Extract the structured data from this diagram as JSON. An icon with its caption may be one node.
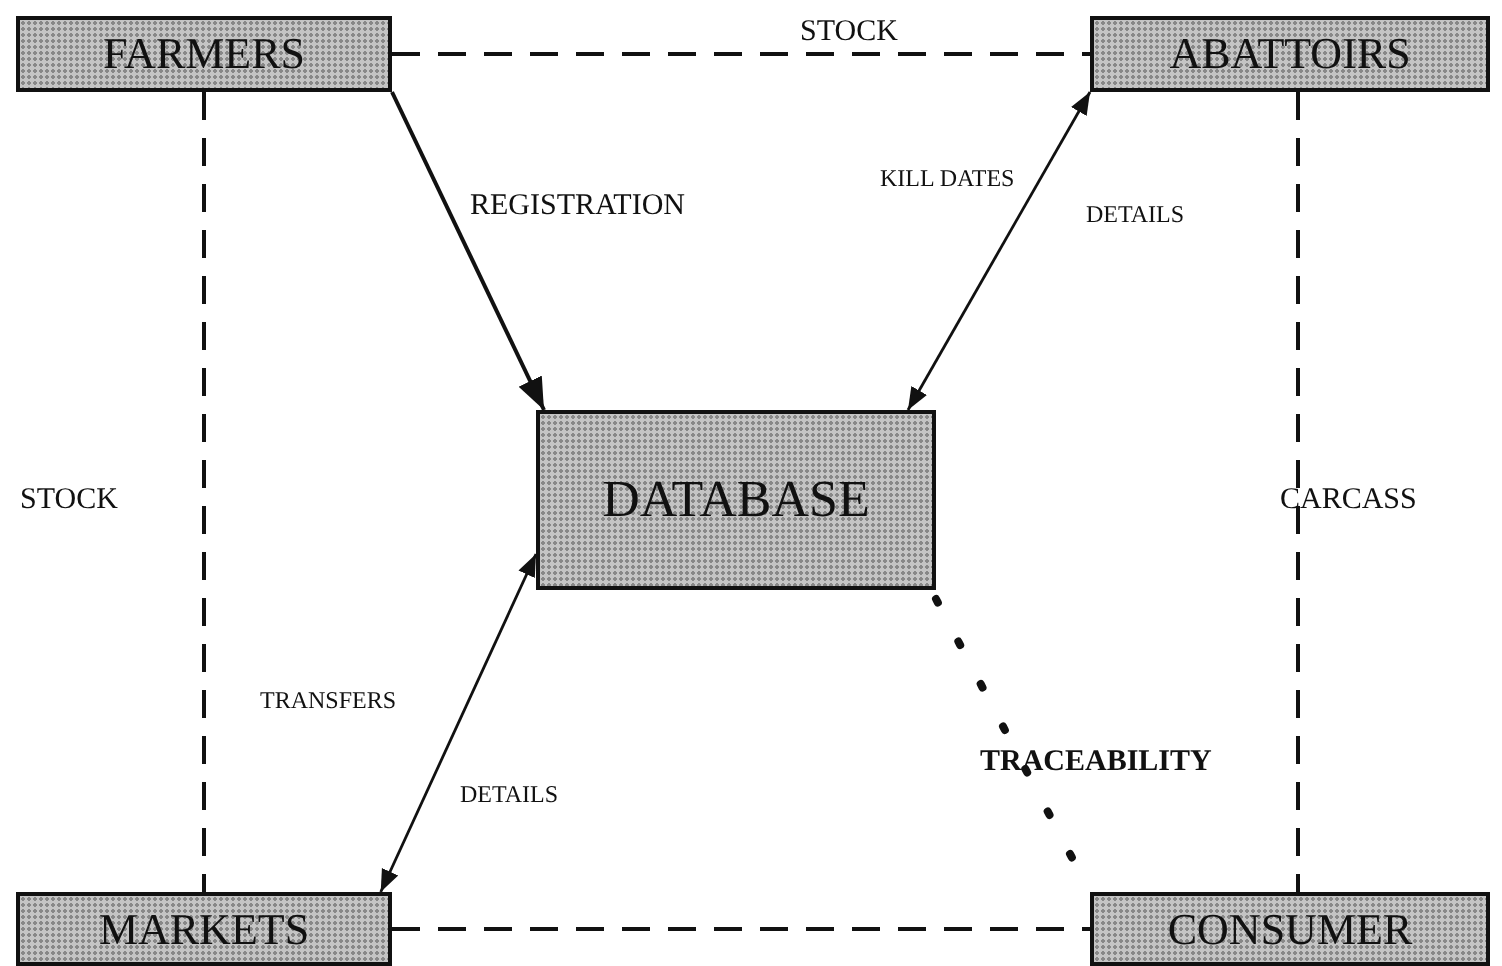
{
  "diagram": {
    "nodes": [
      {
        "text": [
          "FARMERS"
        ]
      },
      {
        "text": [
          "ABATTOIRS"
        ]
      },
      {
        "text": [
          "DATABASE"
        ]
      },
      {
        "text": [
          "MARKETS"
        ]
      },
      {
        "text": [
          "CONSUMER"
        ]
      }
    ],
    "edges": [
      {
        "from": 0,
        "to": 1,
        "arrow": "none",
        "style": "dashed",
        "label": "STOCK"
      },
      {
        "from": 0,
        "to": 3,
        "arrow": "none",
        "style": "dashed",
        "label": "STOCK"
      },
      {
        "from": 1,
        "to": 4,
        "arrow": "none",
        "style": "dashed",
        "label": "CARCASS"
      },
      {
        "from": 3,
        "to": 4,
        "arrow": "none",
        "style": "dashed"
      },
      {
        "from": 0,
        "to": 2,
        "arrow": "to",
        "label": "REGISTRATION"
      },
      {
        "from": 1,
        "to": 2,
        "arrow": "both",
        "label": "KILL DATES"
      },
      {
        "from": 2,
        "to": 3,
        "arrow": "both",
        "label": "TRANSFERS"
      },
      {
        "from": 2,
        "to": 4,
        "arrow": "none",
        "style": "dashed",
        "label": "TRACEABILITY"
      }
    ],
    "labels": [
      "DETAILS",
      "DETAILS"
    ]
  }
}
